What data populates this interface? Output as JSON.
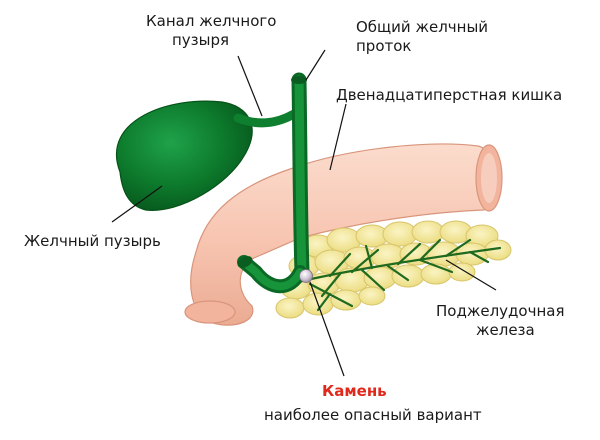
{
  "labels": {
    "cystic_duct": [
      "Канал желчного",
      "пузыря"
    ],
    "common_bile_duct": [
      "Общий желчный",
      "проток"
    ],
    "duodenum": "Двенадцатиперстная кишка",
    "gallbladder": "Желчный пузырь",
    "pancreas": [
      "Поджелудочная",
      "железа"
    ],
    "stone": "Камень",
    "stone_note": "наиболее опасный вариант"
  },
  "colors": {
    "gallbladder": "#0d7a2c",
    "duct": "#0e7f2e",
    "duodenum": "#f7c4b0",
    "pancreas": "#f3e79a",
    "stone": "#d2c9d6",
    "highlight": "#e0281b"
  }
}
